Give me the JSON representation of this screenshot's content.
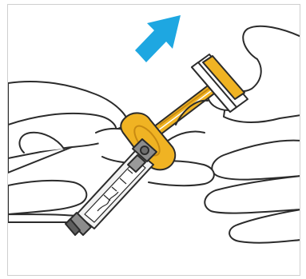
{
  "illustration": {
    "colors": {
      "arrow": "#1ea7e1",
      "plunger": "#f0b323",
      "plunger_dark": "#c88a12",
      "outline": "#2b2b2b",
      "skin": "#ffffff",
      "frame": "#cfcfcf",
      "barrel_tint": "#f2f2f2"
    },
    "arrow_direction": "up-right",
    "subjects": [
      "left-hand",
      "right-hand",
      "syringe",
      "plunger",
      "finger-flange",
      "syringe-tip",
      "direction-arrow"
    ]
  }
}
